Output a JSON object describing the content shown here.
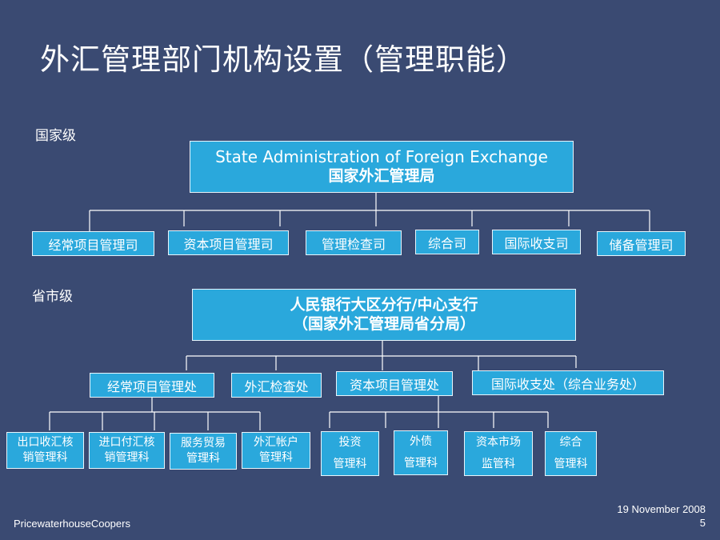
{
  "title": "外汇管理部门机构设置（管理职能）",
  "national": {
    "level_label": "国家级",
    "top_en": "State Administration of Foreign Exchange",
    "top_cn": "国家外汇管理局",
    "departments": [
      "经常项目管理司",
      "资本项目管理司",
      "管理检查司",
      "综合司",
      "国际收支司",
      "储备管理司"
    ]
  },
  "provincial": {
    "level_label": "省市级",
    "top_line1": "人民银行大区分行/中心支行",
    "top_line2": "（国家外汇管理局省分局）",
    "divisions": [
      "经常项目管理处",
      "外汇检查处",
      "资本项目管理处",
      "国际收支处（综合业务处）"
    ],
    "sections_current": [
      {
        "line1": "出口收汇核",
        "line2": "销管理科"
      },
      {
        "line1": "进口付汇核",
        "line2": "销管理科"
      },
      {
        "line1": "服务贸易",
        "line2": "管理科"
      },
      {
        "line1": "外汇帐户",
        "line2": "管理科"
      }
    ],
    "sections_capital": [
      {
        "line1": "投资",
        "line2": "管理科"
      },
      {
        "line1": "外债",
        "line2": "管理科"
      },
      {
        "line1": "资本市场",
        "line2": "监管科"
      },
      {
        "line1": "综合",
        "line2": "管理科"
      }
    ]
  },
  "footer": {
    "company": "PricewaterhouseCoopers",
    "date": "19 November 2008",
    "page": "5"
  },
  "colors": {
    "background": "#3a4a72",
    "box_fill": "#2aa8dc",
    "line": "#ffffff"
  }
}
